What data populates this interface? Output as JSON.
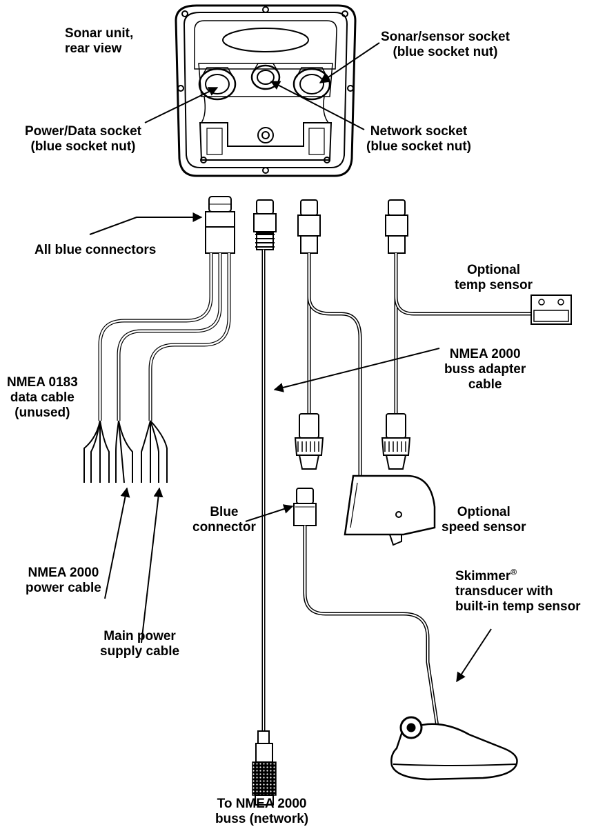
{
  "labels": {
    "sonar_unit": [
      "Sonar unit,",
      "rear view"
    ],
    "sonar_sensor_socket": [
      "Sonar/sensor socket",
      "(blue socket nut)"
    ],
    "power_data_socket": [
      "Power/Data socket",
      "(blue socket nut)"
    ],
    "network_socket": [
      "Network socket",
      "(blue socket nut)"
    ],
    "all_blue_connectors": "All blue connectors",
    "optional_temp_sensor": [
      "Optional",
      "temp sensor"
    ],
    "nmea_2000_buss_adapter": [
      "NMEA 2000",
      "buss adapter",
      "cable"
    ],
    "nmea_0183_data_cable": [
      "NMEA 0183",
      "data cable",
      "(unused)"
    ],
    "blue_connector": [
      "Blue",
      "connector"
    ],
    "optional_speed_sensor": [
      "Optional",
      "speed sensor"
    ],
    "nmea_2000_power_cable": [
      "NMEA 2000",
      "power cable"
    ],
    "main_power_supply_cable": [
      "Main power",
      "supply cable"
    ],
    "skimmer_transducer": {
      "name": "Skimmer",
      "mark": "®",
      "line2": "transducer with",
      "line3": "built-in temp sensor"
    },
    "to_nmea_2000_buss": [
      "To NMEA 2000",
      "buss (network)"
    ]
  },
  "colors": {
    "ink": "#000000",
    "paper": "#ffffff",
    "shade": "#d8d8d8"
  }
}
